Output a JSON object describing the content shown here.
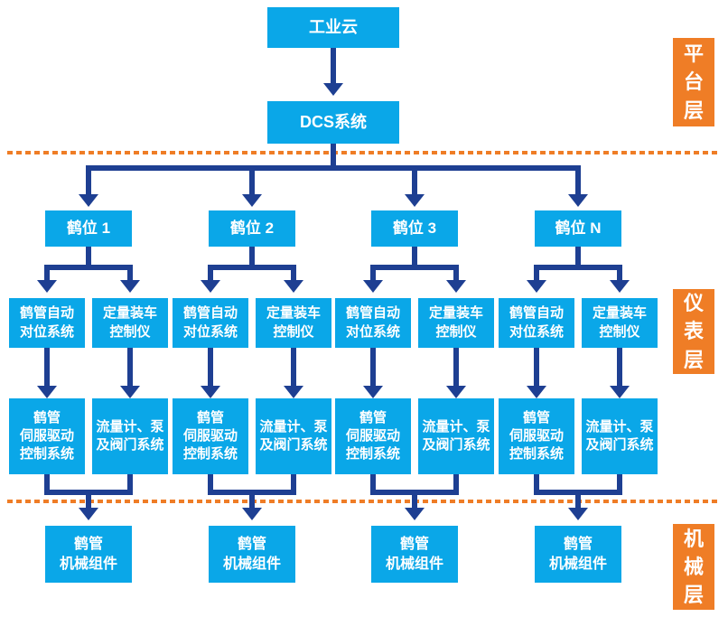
{
  "colors": {
    "node_cyan": "#0aa7e8",
    "connector_navy": "#1e3f92",
    "layer_orange": "#ef7d26",
    "background": "#ffffff",
    "text": "#ffffff"
  },
  "top": {
    "cloud_label": "工业云",
    "dcs_label": "DCS系统"
  },
  "layers": [
    {
      "label": "平台层"
    },
    {
      "label": "仪表层"
    },
    {
      "label": "机械层"
    }
  ],
  "branches": [
    {
      "station": "鹤位 1",
      "align_system": "鹤管自动\n对位系统",
      "loading_controller": "定量装车\n控制仪",
      "servo_system": "鹤管\n伺服驱动\n控制系统",
      "flow_system": "流量计、泵\n及阀门系统",
      "mechanical": "鹤管\n机械组件"
    },
    {
      "station": "鹤位 2",
      "align_system": "鹤管自动\n对位系统",
      "loading_controller": "定量装车\n控制仪",
      "servo_system": "鹤管\n伺服驱动\n控制系统",
      "flow_system": "流量计、泵\n及阀门系统",
      "mechanical": "鹤管\n机械组件"
    },
    {
      "station": "鹤位 3",
      "align_system": "鹤管自动\n对位系统",
      "loading_controller": "定量装车\n控制仪",
      "servo_system": "鹤管\n伺服驱动\n控制系统",
      "flow_system": "流量计、泵\n及阀门系统",
      "mechanical": "鹤管\n机械组件"
    },
    {
      "station": "鹤位 N",
      "align_system": "鹤管自动\n对位系统",
      "loading_controller": "定量装车\n控制仪",
      "servo_system": "鹤管\n伺服驱动\n控制系统",
      "flow_system": "流量计、泵\n及阀门系统",
      "mechanical": "鹤管\n机械组件"
    }
  ]
}
